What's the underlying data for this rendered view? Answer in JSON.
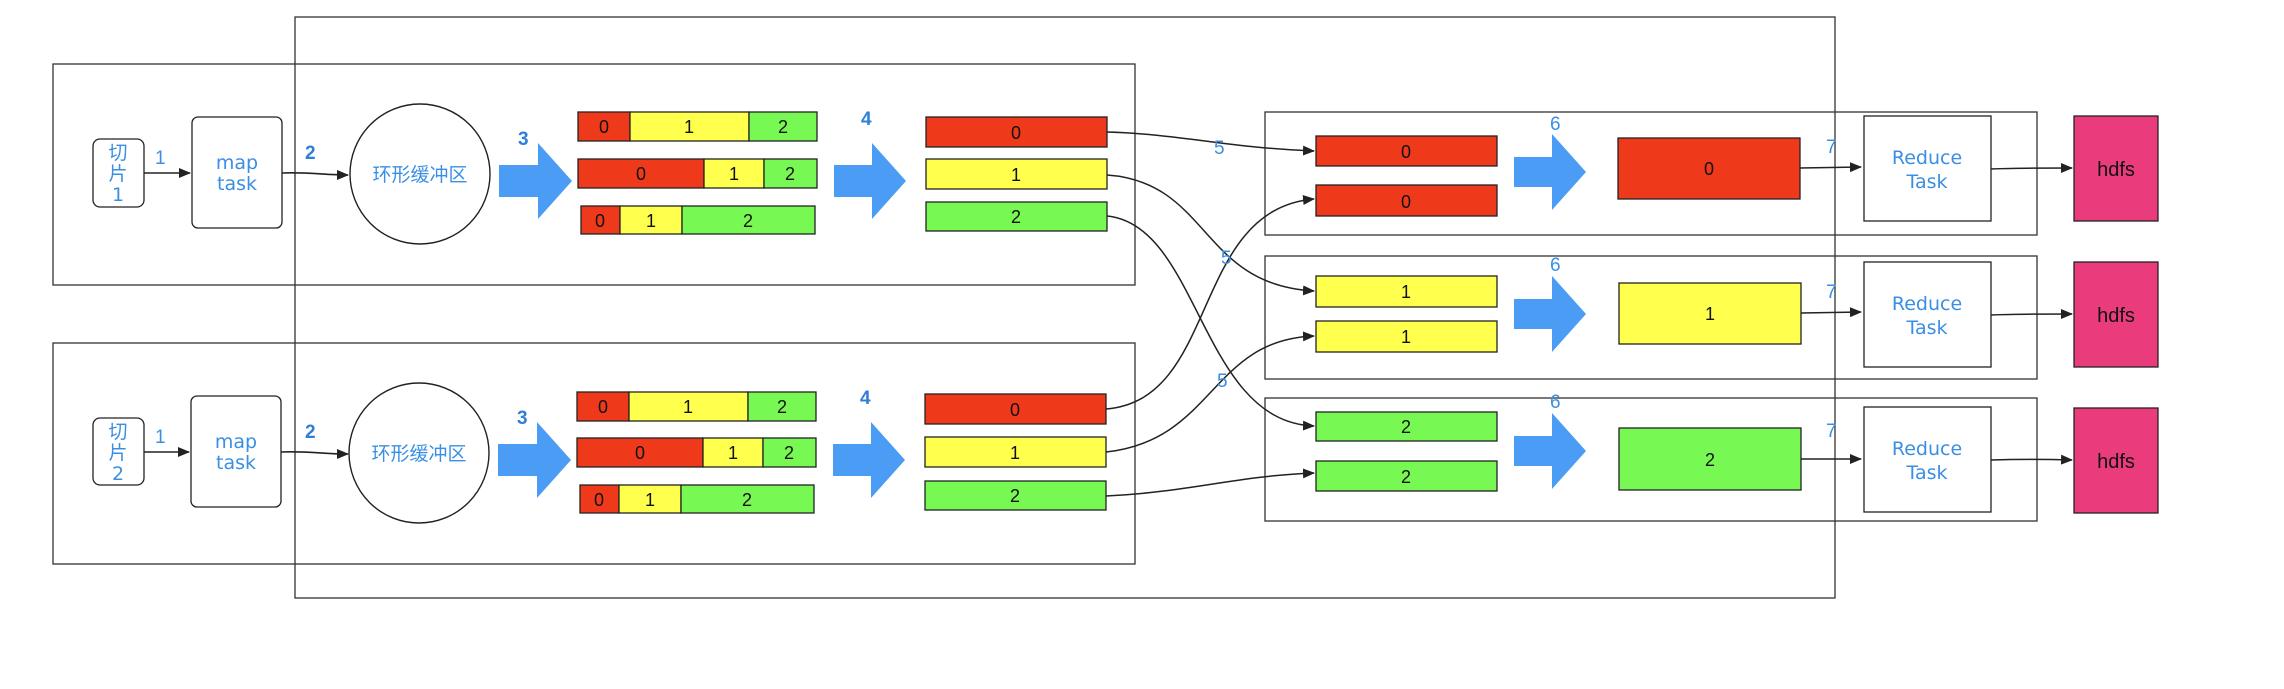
{
  "colors": {
    "red": "#ee3a1b",
    "yellow": "#ffff4d",
    "green": "#78f853",
    "arrow_blue": "#4a9cf5",
    "hdfs_pink": "#ea3c7c",
    "text_blue": "#3a8fe3"
  },
  "map_side": [
    {
      "split_label": [
        "切",
        "片",
        "1"
      ],
      "map_task": [
        "map",
        "task"
      ],
      "buffer_label": "环形缓冲区",
      "steps": [
        "1",
        "2",
        "3",
        "4"
      ],
      "spill_rows": [
        [
          "0",
          "1",
          "2"
        ],
        [
          "0",
          "1",
          "2"
        ],
        [
          "0",
          "1",
          "2"
        ]
      ],
      "merged": [
        "0",
        "1",
        "2"
      ]
    },
    {
      "split_label": [
        "切",
        "片",
        "2"
      ],
      "map_task": [
        "map",
        "task"
      ],
      "buffer_label": "环形缓冲区",
      "steps": [
        "1",
        "2",
        "3",
        "4"
      ],
      "spill_rows": [
        [
          "0",
          "1",
          "2"
        ],
        [
          "0",
          "1",
          "2"
        ],
        [
          "0",
          "1",
          "2"
        ]
      ],
      "merged": [
        "0",
        "1",
        "2"
      ]
    }
  ],
  "shuffle_step_labels": [
    "5",
    "5",
    "5"
  ],
  "reduce_side": [
    {
      "partition": "0",
      "inputs": [
        "0",
        "0"
      ],
      "merged": "0",
      "step_merge": "6",
      "step_reduce": "7",
      "reduce_task": [
        "Reduce",
        "Task"
      ],
      "output": "hdfs"
    },
    {
      "partition": "1",
      "inputs": [
        "1",
        "1"
      ],
      "merged": "1",
      "step_merge": "6",
      "step_reduce": "7",
      "reduce_task": [
        "Reduce",
        "Task"
      ],
      "output": "hdfs"
    },
    {
      "partition": "2",
      "inputs": [
        "2",
        "2"
      ],
      "merged": "2",
      "step_merge": "6",
      "step_reduce": "7",
      "reduce_task": [
        "Reduce",
        "Task"
      ],
      "output": "hdfs"
    }
  ]
}
